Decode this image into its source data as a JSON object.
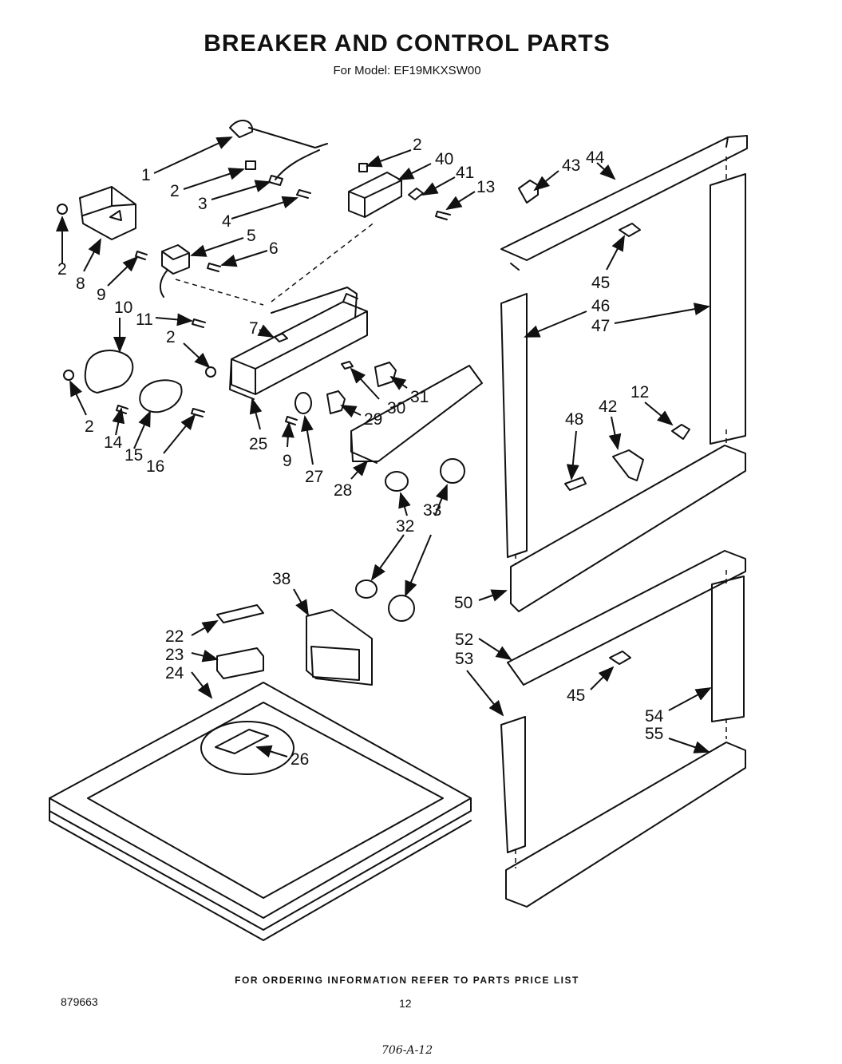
{
  "header": {
    "title": "BREAKER AND CONTROL PARTS",
    "model_line": "For Model: EF19MKXSW00"
  },
  "footer": {
    "ordering_note": "FOR ORDERING INFORMATION REFER TO PARTS PRICE LIST",
    "document_number": "879663",
    "page_number": "12",
    "handwritten_ref": "706-A-12"
  },
  "callouts": {
    "c1": "1",
    "c2a": "2",
    "c2b": "2",
    "c2c": "2",
    "c2d": "2",
    "c2e": "2",
    "c3": "3",
    "c4": "4",
    "c5": "5",
    "c6": "6",
    "c7": "7",
    "c8": "8",
    "c9a": "9",
    "c9b": "9",
    "c10": "10",
    "c11": "11",
    "c12": "12",
    "c13": "13",
    "c14": "14",
    "c15": "15",
    "c16": "16",
    "c22": "22",
    "c23": "23",
    "c24": "24",
    "c25": "25",
    "c26": "26",
    "c27": "27",
    "c28": "28",
    "c29": "29",
    "c30": "30",
    "c31": "31",
    "c32": "32",
    "c33": "33",
    "c38": "38",
    "c40": "40",
    "c41": "41",
    "c42": "42",
    "c43": "43",
    "c44": "44",
    "c45a": "45",
    "c45b": "45",
    "c46": "46",
    "c47": "47",
    "c48": "48",
    "c50": "50",
    "c52": "52",
    "c53": "53",
    "c54": "54",
    "c55": "55"
  }
}
